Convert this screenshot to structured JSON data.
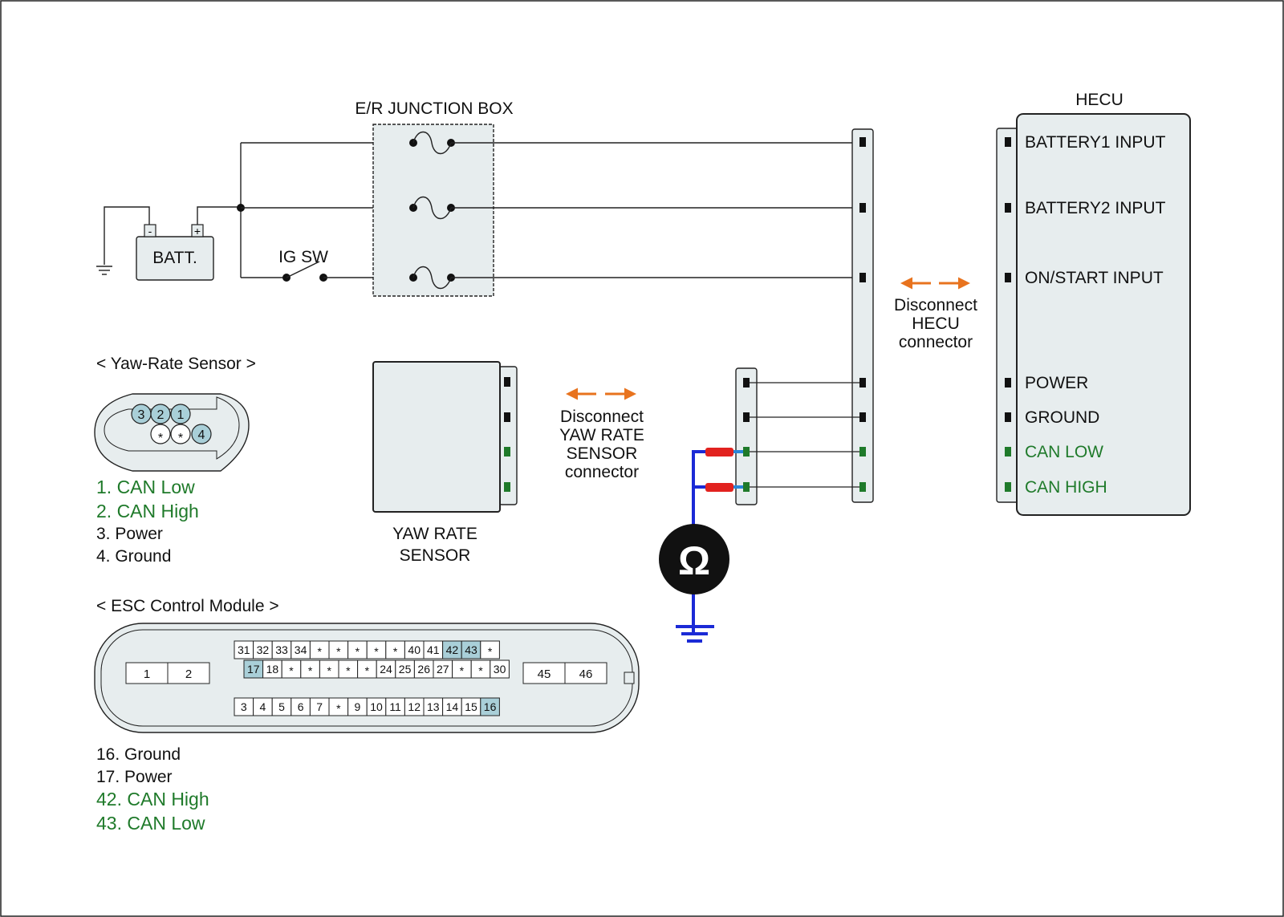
{
  "junction_box": {
    "label": "E/R JUNCTION BOX"
  },
  "battery": {
    "label": "BATT.",
    "neg": "-",
    "pos": "+"
  },
  "ig_switch": {
    "label": "IG SW"
  },
  "hecu": {
    "title": "HECU",
    "pins": [
      {
        "label": "BATTERY1 INPUT",
        "color": "#111111"
      },
      {
        "label": "BATTERY2 INPUT",
        "color": "#111111"
      },
      {
        "label": "ON/START INPUT",
        "color": "#111111"
      },
      {
        "label": "POWER",
        "color": "#111111"
      },
      {
        "label": "GROUND",
        "color": "#111111"
      },
      {
        "label": "CAN LOW",
        "color": "#1f7a2a"
      },
      {
        "label": "CAN HIGH",
        "color": "#1f7a2a"
      }
    ]
  },
  "disconnect_hecu": {
    "lines": [
      "Disconnect",
      "HECU",
      "connector"
    ]
  },
  "disconnect_yaw": {
    "lines": [
      "Disconnect",
      "YAW RATE",
      "SENSOR",
      "connector"
    ]
  },
  "yaw_sensor_box": {
    "lines": [
      "YAW RATE",
      "SENSOR"
    ]
  },
  "meter": {
    "symbol": "Ω"
  },
  "yaw_connector": {
    "title": "< Yaw-Rate Sensor >",
    "pins": [
      "3",
      "2",
      "1",
      "*",
      "*",
      "4"
    ],
    "legend": [
      {
        "text": "1. CAN Low",
        "color": "#1f7a2a"
      },
      {
        "text": "2. CAN High",
        "color": "#1f7a2a"
      },
      {
        "text": "3. Power",
        "color": "#111111"
      },
      {
        "text": "4. Ground",
        "color": "#111111"
      }
    ]
  },
  "esc_module": {
    "title": "< ESC Control Module >",
    "left_pins": [
      "1",
      "2"
    ],
    "right_pins": [
      "45",
      "46"
    ],
    "row_top": [
      "31",
      "32",
      "33",
      "34",
      "*",
      "*",
      "*",
      "*",
      "*",
      "40",
      "41",
      "42",
      "43",
      "*"
    ],
    "row_mid": [
      "17",
      "18",
      "*",
      "*",
      "*",
      "*",
      "*",
      "24",
      "25",
      "26",
      "27",
      "*",
      "*",
      "30"
    ],
    "row_bot": [
      "3",
      "4",
      "5",
      "6",
      "7",
      "*",
      "9",
      "10",
      "11",
      "12",
      "13",
      "14",
      "15",
      "16"
    ],
    "highlighted": [
      "42",
      "43",
      "17",
      "16"
    ],
    "legend": [
      {
        "text": "16. Ground",
        "color": "#111111"
      },
      {
        "text": "17. Power",
        "color": "#111111"
      },
      {
        "text": "42. CAN High",
        "color": "#1f7a2a"
      },
      {
        "text": "43. CAN Low",
        "color": "#1f7a2a"
      }
    ]
  },
  "colors": {
    "arrow": "#e8731e",
    "can_wire": "#2a86d8",
    "probe": "#e2221f",
    "meter_wire": "#1b2ad6",
    "pin_highlight": "#a9cfd8",
    "panel_fill": "#e7edee"
  }
}
